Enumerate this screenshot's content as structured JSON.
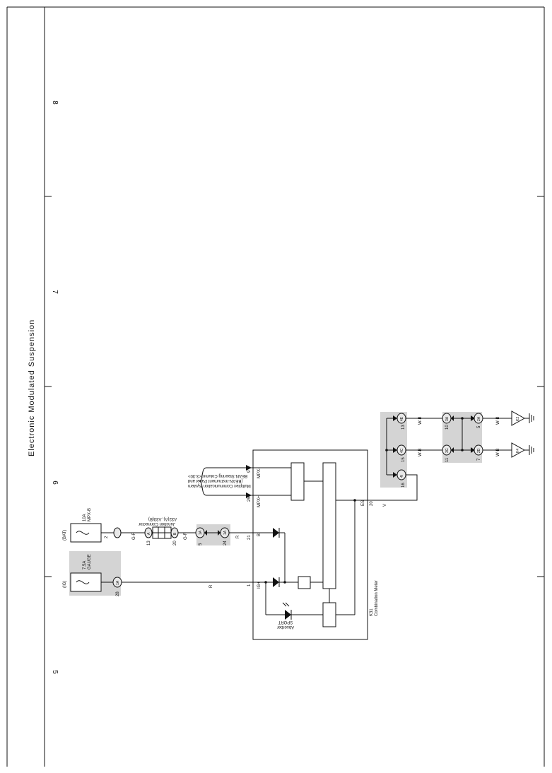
{
  "page": {
    "title": "Electronic Modulated Suspension",
    "grid_numbers": [
      "8",
      "7",
      "6",
      "5"
    ]
  },
  "power": {
    "bat_label": "(BAT)",
    "ig_label": "(IG)",
    "fuse1_rating": "10A",
    "fuse1_name": "MPX-B",
    "fuse2_rating": "7.5A",
    "fuse2_name": "GAUGE",
    "fuse1_pin": "2",
    "fuse2_pin": "28",
    "fuse2_connector": "1A"
  },
  "junction": {
    "name": "Junction Connector",
    "connectors": "A32(A), A33(B)",
    "pin_left": "13",
    "pin_left_conn": "A",
    "pin_right": "20",
    "pin_right_conn": "B",
    "pin_a": "5",
    "pin_a_conn": "1A",
    "pin_b": "24",
    "pin_b_conn": "1A"
  },
  "wires": {
    "gr1": "G-R",
    "gr2": "G-R",
    "r1": "R",
    "r2": "R",
    "v": "V",
    "wb1": "W-B",
    "wb2": "W-B",
    "wb3": "W-B",
    "wb4": "W-B"
  },
  "meter": {
    "name": "K31",
    "desc": "Combination Meter",
    "pin_ig": "1",
    "label_ig": "IG+",
    "pin_b": "21",
    "label_b": "B",
    "pin_mpxp": "25",
    "label_mpxp": "MPX+",
    "pin_mpxm": "9",
    "label_mpxm": "MPX-",
    "pin_es": "20",
    "label_es": "ES",
    "indicator_1": "Absorber",
    "indicator_2": "SPORT"
  },
  "mpx_note": {
    "line1": "Multiplex Communication System",
    "line2": "(BEAN-Instrument Panel and",
    "line3": "BEAN-Steering Column)<3-30>"
  },
  "ground": {
    "pins_a": [
      "16",
      "15",
      "13"
    ],
    "conn_a": [
      "4I",
      "4C",
      "4E"
    ],
    "pins_b": [
      "11",
      "10"
    ],
    "conn_b": [
      "3G",
      "3A"
    ],
    "pins_c": [
      "7",
      "5"
    ],
    "conn_c": [
      "2D",
      "2A"
    ],
    "points": [
      "K4",
      "K2"
    ]
  }
}
